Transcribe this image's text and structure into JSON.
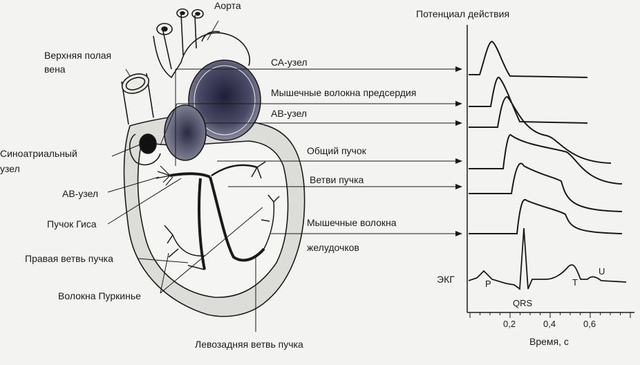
{
  "labels": {
    "aorta": "Аорта",
    "action_potential": "Потенциал действия",
    "superior_vena_cava_1": "Верхняя полая",
    "superior_vena_cava_2": "вена",
    "sa_node_right": "СА-узел",
    "atrial_fibers": "Мышечные волокна предсердия",
    "av_node_right": "АВ-узел",
    "common_bundle": "Общий пучок",
    "bundle_branches": "Ветви пучка",
    "ventricular_fibers_1": "Мышечные волокна",
    "ventricular_fibers_2": "желудочков",
    "sinoatrial_node_1": "Синоатриальный",
    "sinoatrial_node_2": "узел",
    "av_node_left": "АВ-узел",
    "his_bundle": "Пучок Гиса",
    "right_bundle_branch": "Правая ветвь пучка",
    "purkinje_fibers": "Волокна Пуркинье",
    "left_posterior_branch": "Левозадняя ветвь пучка",
    "ecg": "ЭКГ",
    "wave_p": "P",
    "wave_qrs": "QRS",
    "wave_t": "T",
    "wave_u": "U",
    "time_axis": "Время, с"
  },
  "time_ticks": [
    "0,2",
    "0,4",
    "0,6"
  ],
  "colors": {
    "ink": "#1a1a1a",
    "paper": "#f3f3f1",
    "shade": "#3b3b55"
  }
}
